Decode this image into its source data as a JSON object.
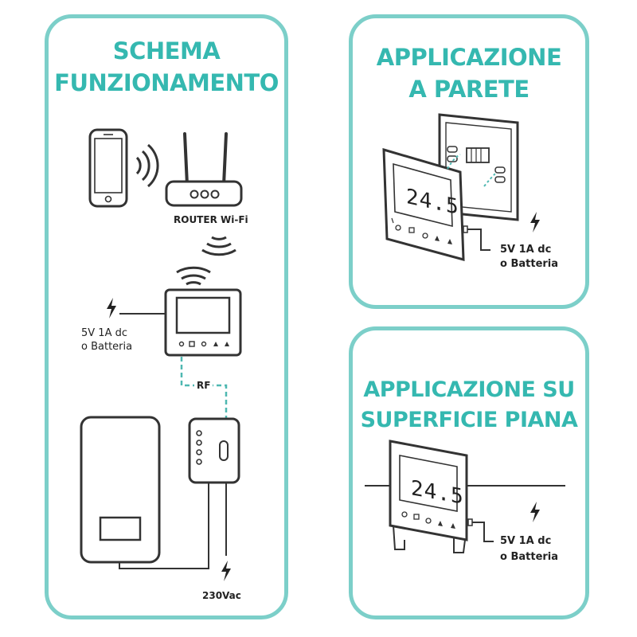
{
  "colors": {
    "accent": "#35b8b0",
    "panel_border": "#7ccfc9",
    "line": "#333333",
    "dash": "#4fb8b1"
  },
  "panel_left": {
    "title_line1": "SCHEMA",
    "title_line2": "FUNZIONAMENTO",
    "router_label": "ROUTER Wi-Fi",
    "power_line1": "5V 1A dc",
    "power_line2": "o Batteria",
    "rf_label": "RF",
    "mains_label": "230Vac"
  },
  "panel_wall": {
    "title_line1": "APPLICAZIONE",
    "title_line2": "A PARETE",
    "display_value": "24.5",
    "power_line1": "5V 1A dc",
    "power_line2": "o Batteria"
  },
  "panel_flat": {
    "title_line1": "APPLICAZIONE SU",
    "title_line2": "SUPERFICIE PIANA",
    "display_value": "24.5",
    "power_line1": "5V 1A dc",
    "power_line2": "o Batteria"
  }
}
